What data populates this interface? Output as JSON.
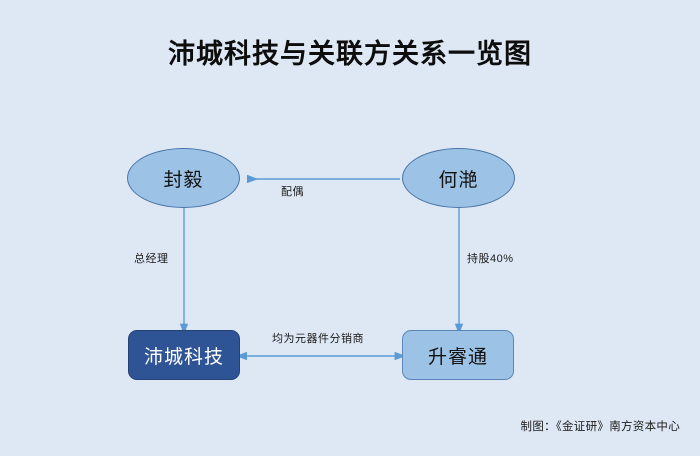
{
  "diagram": {
    "title": "沛城科技与关联方关系一览图",
    "background_color": "#dee8f4",
    "type": "relationship-diagram",
    "nodes": [
      {
        "id": "fengyi",
        "label": "封毅",
        "shape": "ellipse",
        "fill": "#9cc3e5",
        "border": "#4a75a8",
        "text_color": "#111111"
      },
      {
        "id": "heyan",
        "label": "何滟",
        "shape": "ellipse",
        "fill": "#9cc3e5",
        "border": "#4a75a8",
        "text_color": "#111111"
      },
      {
        "id": "peicheng",
        "label": "沛城科技",
        "shape": "rounded-rect",
        "fill": "#2f5496",
        "border": "#254275",
        "text_color": "#ffffff"
      },
      {
        "id": "shengruitong",
        "label": "升睿通",
        "shape": "rounded-rect",
        "fill": "#9cc3e5",
        "border": "#5b86b5",
        "text_color": "#111111"
      }
    ],
    "edges": [
      {
        "id": "heyan-to-fengyi",
        "label": "配偶",
        "from": "heyan",
        "to": "fengyi",
        "arrow": "single",
        "color": "#5b9bd5"
      },
      {
        "id": "fengyi-to-peicheng",
        "label": "总经理",
        "from": "fengyi",
        "to": "peicheng",
        "arrow": "single",
        "color": "#5b9bd5"
      },
      {
        "id": "heyan-to-shengruitong",
        "label": "持股40%",
        "from": "heyan",
        "to": "shengruitong",
        "arrow": "single",
        "color": "#5b9bd5"
      },
      {
        "id": "peicheng-shengruitong",
        "label": "均为元器件分销商",
        "from": "peicheng",
        "to": "shengruitong",
        "arrow": "double",
        "color": "#5b9bd5"
      }
    ]
  },
  "credit": "制图：《金证研》南方资本中心"
}
